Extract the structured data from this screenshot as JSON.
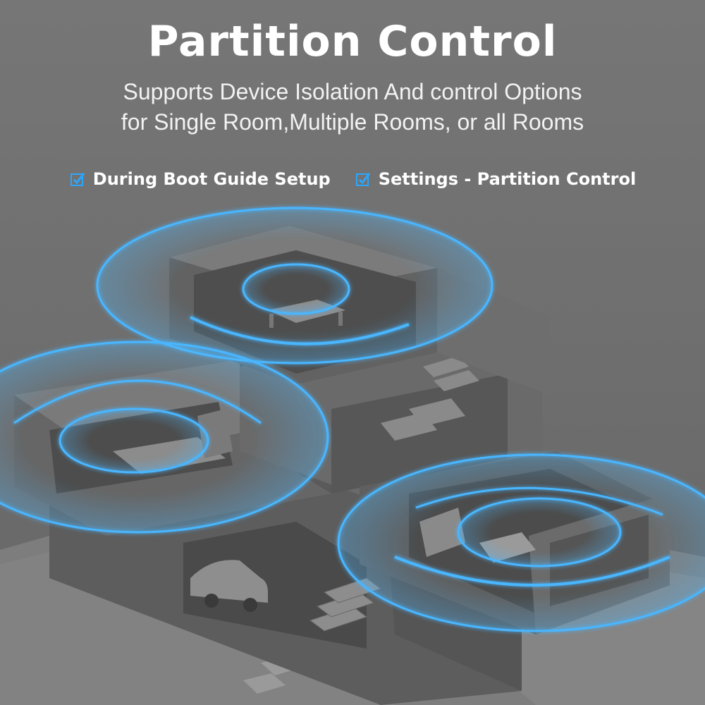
{
  "header": {
    "title": "Partition Control",
    "subtitle_line1": "Supports Device Isolation And control Options",
    "subtitle_line2": "for Single Room,Multiple Rooms, or all Rooms"
  },
  "features": [
    {
      "label": "During Boot Guide Setup",
      "icon": "checkbox-checked-icon"
    },
    {
      "label": "Settings - Partition Control",
      "icon": "checkbox-checked-icon"
    }
  ],
  "colors": {
    "accent": "#2aa7ff",
    "ring_glow": "#5ec8ff",
    "background": "#707070"
  }
}
